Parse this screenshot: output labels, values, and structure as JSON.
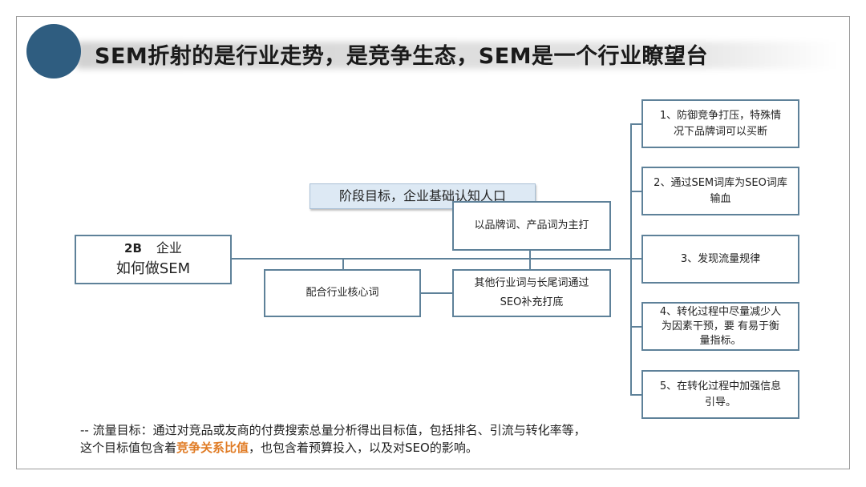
{
  "title": "SEM折射的是行业走势，是竞争生态，SEM是一个行业瞭望台",
  "root": {
    "label_b": "2B",
    "label_a": "企业",
    "label_2": "如何做SEM"
  },
  "stage_goal": "阶段目标，企业基础认知人口",
  "branches": {
    "brand_words": "以品牌词、产品词为主打",
    "core_words": "配合行业核心词",
    "seo_line1": "其他行业词与长尾词通过",
    "seo_line2": "SEO补充打底"
  },
  "right_items": [
    {
      "line1": "1、防御竞争打压，特殊情",
      "line2": "况下品牌词可以买断"
    },
    {
      "line1": "2、通过SEM词库为SEO词库",
      "line2": "输血"
    },
    {
      "line1": "3、发现流量规律",
      "line2": ""
    },
    {
      "line1": "4、转化过程中尽量减少人",
      "line2": "为因素干预，要 有易于衡",
      "line3": "量指标。"
    },
    {
      "line1": "5、在转化过程中加强信息",
      "line2": "引导。"
    }
  ],
  "footer": {
    "line1": "-- 流量目标：通过对竞品或友商的付费搜索总量分析得出目标值，包括排名、引流与转化率等，",
    "line2_pre": "这个目标值包含着",
    "line2_hl": "竞争关系比值",
    "line2_post": "，也包含着预算投入，以及对SEO的影响。"
  },
  "colors": {
    "circle": "#2f5d80",
    "connector": "#5e8199",
    "highlight": "#e07b24",
    "goal_bg": "#dde9f4"
  }
}
